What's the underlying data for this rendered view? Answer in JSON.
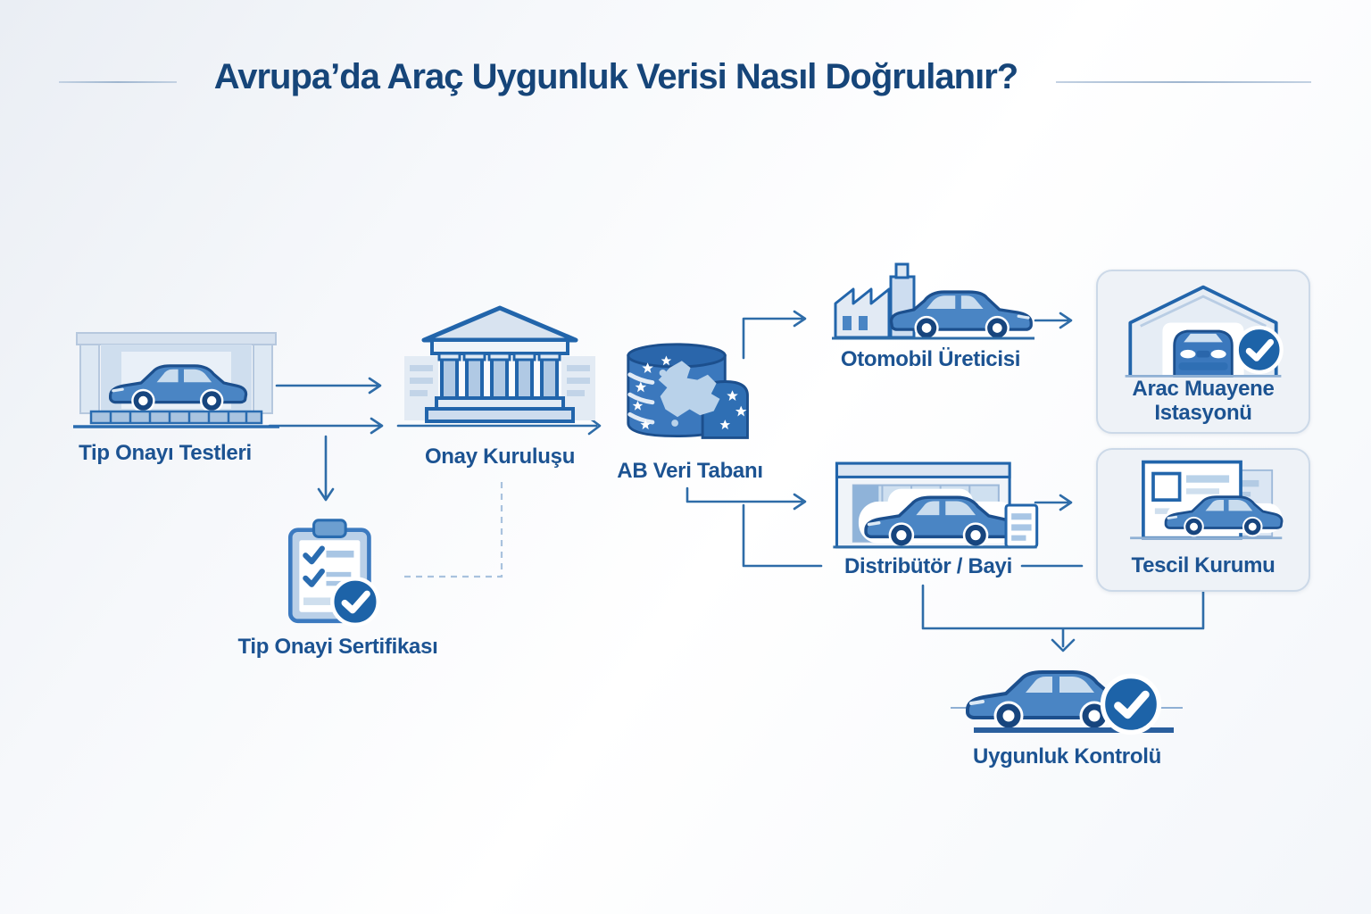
{
  "title": {
    "text": "Avrupa’da Araç Uygunluk Verisi Nasıl Doğrulanır?"
  },
  "nodes": {
    "tests": {
      "label": "Tip Onayı Testleri"
    },
    "authority": {
      "label": "Onay Kuruluşu"
    },
    "certificate": {
      "label": "Tip Onayi Sertifikası"
    },
    "database": {
      "label": "AB Veri Tabanı"
    },
    "manufacturer": {
      "label": "Otomobil Üreticisi"
    },
    "inspection": {
      "label_line1": "Arac Muayene",
      "label_line2": "Istasyonü"
    },
    "dealer": {
      "label": "Distribütör / Bayi"
    },
    "registration": {
      "label": "Tescil Kurumu"
    },
    "conformity": {
      "label": "Uygunluk Kontrolü"
    }
  },
  "icons": {
    "test-garage-icon": "car inside test bay",
    "government-building-icon": "classical building with columns",
    "clipboard-check-icon": "checklist clipboard with ✓ badge",
    "eu-database-icon": "database cylinder with EU map and stars",
    "factory-car-icon": "factory with car",
    "inspection-garage-check-icon": "garage with car front and ✓ badge",
    "showroom-car-icon": "dealership showroom with car and sign",
    "registration-documents-car-icon": "registration documents with car",
    "car-check-icon": "car with ✓ badge",
    "check-icon": "✓"
  },
  "colors": {
    "title": "#164579",
    "label": "#1c5392",
    "line": "#2e6ca8",
    "dashed": "#a9c2de",
    "badge": "#1d63a8",
    "car_body": "#4a85c4",
    "icon_stroke": "#2265ab",
    "card_bg": "#eef2f7"
  }
}
